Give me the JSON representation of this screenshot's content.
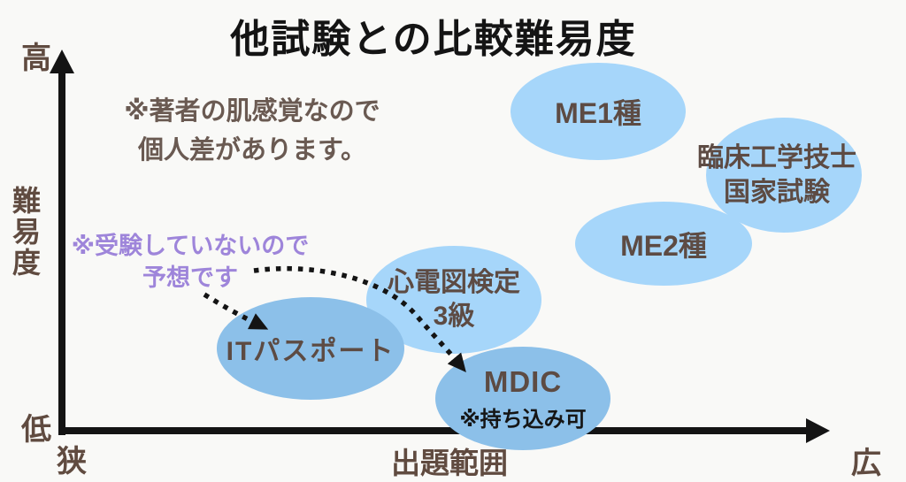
{
  "title": "他試験との比較難易度",
  "axes": {
    "y_label": "難易度",
    "y_high": "高",
    "y_low": "低",
    "x_label": "出題範囲",
    "x_min": "狭",
    "x_max": "広"
  },
  "notes": {
    "author_line1": "※著者の肌感覚なので",
    "author_line2": "個人差があります。",
    "guess_line1": "※受験していないので",
    "guess_line2": "予想です"
  },
  "bubbles": [
    {
      "label": "ME1種",
      "shade": "light"
    },
    {
      "label": "臨床工学技士",
      "label2": "国家試験",
      "shade": "light"
    },
    {
      "label": "ME2種",
      "shade": "light"
    },
    {
      "label": "心電図検定",
      "label2": "3級",
      "shade": "light"
    },
    {
      "label": "ITパスポート",
      "shade": "dark"
    },
    {
      "label": "MDIC",
      "note": "※持ち込み可",
      "shade": "dark"
    }
  ],
  "colors": {
    "background": "#f9f9f7",
    "bubble_light_blue": "#a6d6fa",
    "bubble_dark_blue": "#8cc0e9",
    "label_brown": "#5d4b43",
    "axis_text_brown": "#604b40",
    "note_gray_brown": "#6a5a52",
    "note_purple": "#9e85da",
    "axis_black": "#141414"
  },
  "chart_data": {
    "type": "scatter",
    "title": "他試験との比較難易度",
    "xlabel": "出題範囲",
    "ylabel": "難易度",
    "x_axis": {
      "min_label": "狭",
      "max_label": "広",
      "range": [
        0,
        1
      ],
      "gridlines": false
    },
    "y_axis": {
      "min_label": "低",
      "max_label": "高",
      "range": [
        0,
        1
      ],
      "gridlines": false
    },
    "points": [
      {
        "label": "ME1種",
        "x": 0.7,
        "y": 0.85,
        "style": "light-blue"
      },
      {
        "label": "臨床工学技士国家試験",
        "x": 0.94,
        "y": 0.68,
        "style": "light-blue"
      },
      {
        "label": "ME2種",
        "x": 0.78,
        "y": 0.5,
        "style": "light-blue"
      },
      {
        "label": "心電図検定3級",
        "x": 0.51,
        "y": 0.35,
        "style": "light-blue"
      },
      {
        "label": "ITパスポート",
        "x": 0.32,
        "y": 0.22,
        "style": "dark-blue",
        "annotation": "※受験していないので予想です"
      },
      {
        "label": "MDIC",
        "x": 0.6,
        "y": 0.09,
        "style": "dark-blue",
        "note": "※持ち込み可",
        "annotation": "※受験していないので予想です"
      }
    ],
    "annotations": [
      "※著者の肌感覚なので個人差があります。",
      "※受験していないので予想です"
    ],
    "legend": false
  }
}
